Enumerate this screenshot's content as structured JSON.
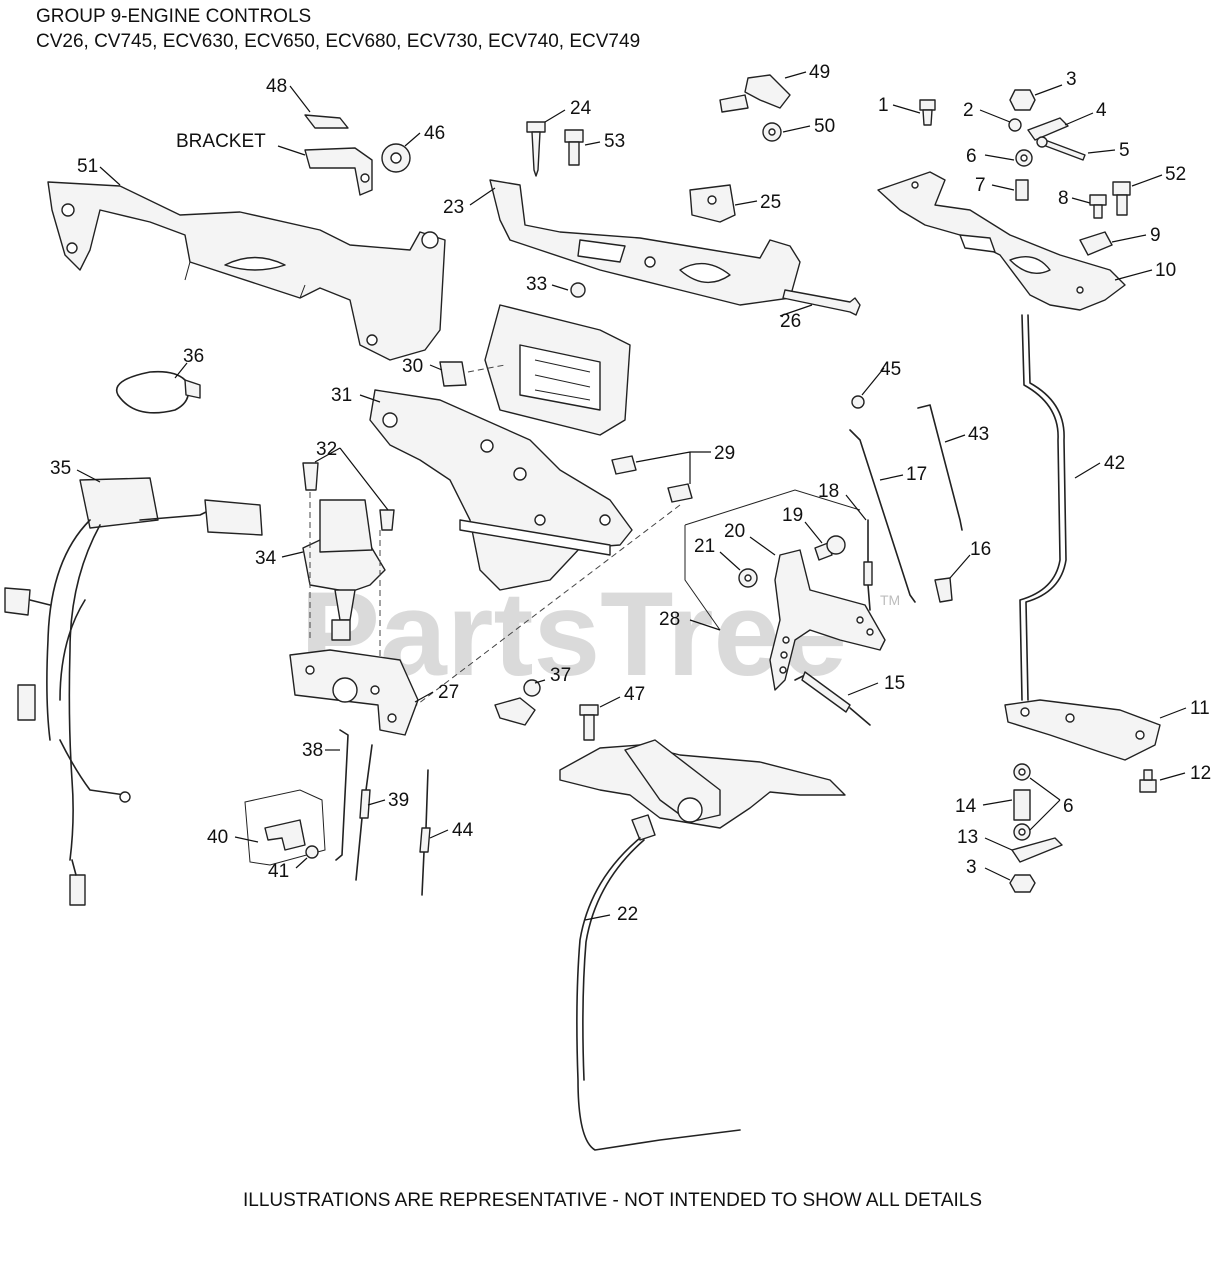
{
  "header": {
    "title": "GROUP 9-ENGINE CONTROLS",
    "models": "CV26, CV745, ECV630, ECV650, ECV680, ECV730, ECV740, ECV749"
  },
  "footer": {
    "note": "ILLUSTRATIONS ARE REPRESENTATIVE - NOT INTENDED TO SHOW ALL DETAILS"
  },
  "watermark": {
    "text": "PartsTree",
    "tm": "TM"
  },
  "callouts": {
    "c1": "1",
    "c2": "2",
    "c3a": "3",
    "c3b": "3",
    "c4": "4",
    "c5": "5",
    "c6a": "6",
    "c6b": "6",
    "c7": "7",
    "c8": "8",
    "c9": "9",
    "c10": "10",
    "c11": "11",
    "c12": "12",
    "c13": "13",
    "c14": "14",
    "c15": "15",
    "c16": "16",
    "c17": "17",
    "c18": "18",
    "c19": "19",
    "c20": "20",
    "c21": "21",
    "c22": "22",
    "c23": "23",
    "c24": "24",
    "c25": "25",
    "c26": "26",
    "c27": "27",
    "c28": "28",
    "c29": "29",
    "c30": "30",
    "c31": "31",
    "c32": "32",
    "c33": "33",
    "c34": "34",
    "c35": "35",
    "c36": "36",
    "c37": "37",
    "c38": "38",
    "c39": "39",
    "c40": "40",
    "c41": "41",
    "c42": "42",
    "c43": "43",
    "c44": "44",
    "c45": "45",
    "c46": "46",
    "c47": "47",
    "c48": "48",
    "c49": "49",
    "c50": "50",
    "c51": "51",
    "c52": "52",
    "c53": "53",
    "bracket": "BRACKET"
  },
  "colors": {
    "line": "#222222",
    "fill": "#f4f4f4",
    "watermark": "#bdbdbd"
  }
}
